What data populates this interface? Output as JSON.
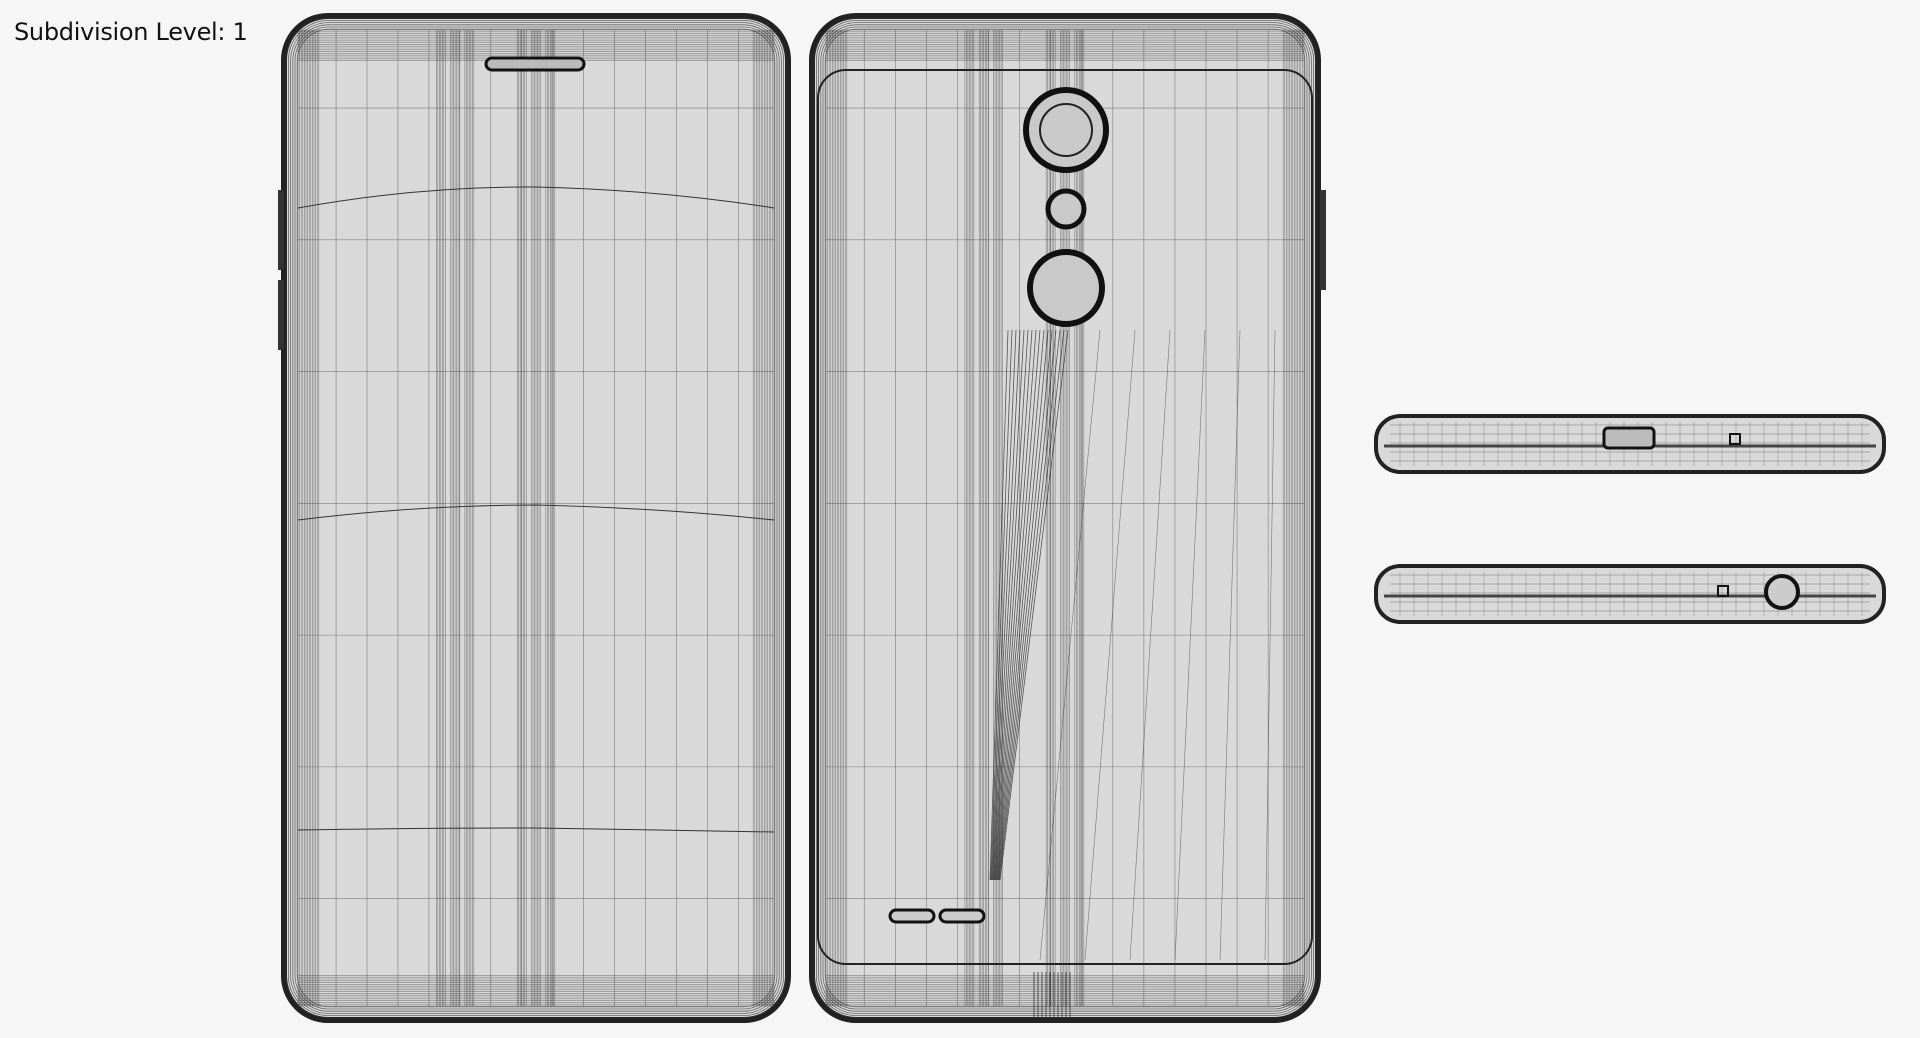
{
  "overlay": {
    "subdivision_label": "Subdivision Level: 1"
  },
  "render": {
    "background_color": "#f6f6f6",
    "surface_color": "#d9d9d9",
    "wire_color": "#333333",
    "views": [
      "front",
      "back",
      "top-edge",
      "bottom-edge"
    ]
  }
}
